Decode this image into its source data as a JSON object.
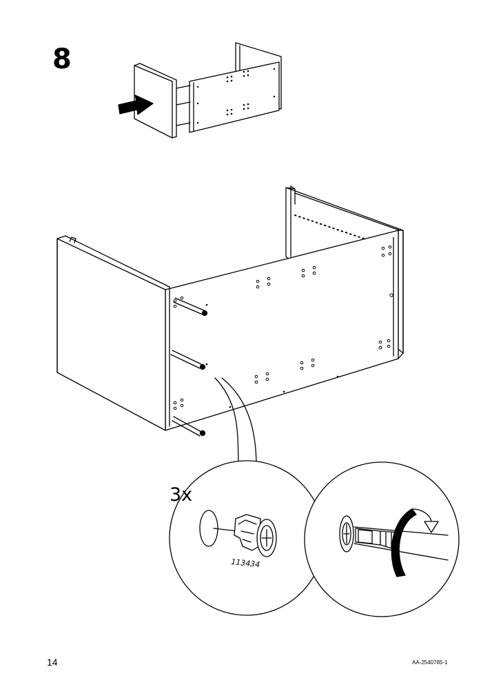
{
  "step": {
    "number": "8"
  },
  "detail": {
    "quantity": "3x",
    "part_number": "113434"
  },
  "footer": {
    "page_number": "14",
    "document_code": "AA-2540785-1"
  },
  "icons": [
    "push-arrow-icon",
    "rotate-clockwise-icon"
  ]
}
